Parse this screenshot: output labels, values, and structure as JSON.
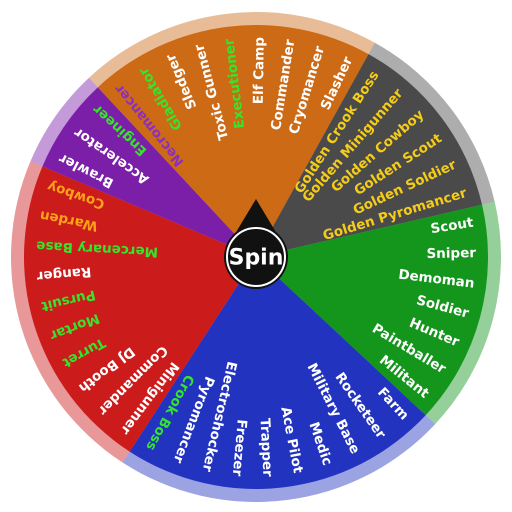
{
  "spin_button": {
    "label": "Spin"
  },
  "colors": {
    "orange": "#CC6A16",
    "darkgray": "#4A4A4A",
    "green": "#14951C",
    "blue": "#2233C0",
    "red": "#CC1B1B",
    "purple": "#7C1FA8",
    "hub": "#111111",
    "text_white": "#FFFFFF",
    "text_yellow": "#F5CC1A",
    "text_green": "#35E52B",
    "text_purple": "#8B2FC0",
    "text_orange": "#FFA21A"
  },
  "segments": [
    {
      "name": "orange",
      "color": "orange",
      "entries": [
        {
          "text": "Necromancer",
          "color": "text_purple"
        },
        {
          "text": "Gladiator",
          "color": "text_green"
        },
        {
          "text": "Sledger",
          "color": "text_white"
        },
        {
          "text": "Toxic Gunner",
          "color": "text_white"
        },
        {
          "text": "Executioner",
          "color": "text_green"
        },
        {
          "text": "Elf Camp",
          "color": "text_white"
        },
        {
          "text": "Commander",
          "color": "text_white"
        },
        {
          "text": "Cryomancer",
          "color": "text_white"
        },
        {
          "text": "Slasher",
          "color": "text_white"
        }
      ]
    },
    {
      "name": "darkgray",
      "color": "darkgray",
      "entries": [
        {
          "text": "Golden Crook Boss",
          "color": "text_yellow"
        },
        {
          "text": "Golden Minigunner",
          "color": "text_yellow"
        },
        {
          "text": "Golden Cowboy",
          "color": "text_yellow"
        },
        {
          "text": "Golden Scout",
          "color": "text_yellow"
        },
        {
          "text": "Golden Soldier",
          "color": "text_yellow"
        },
        {
          "text": "Golden Pyromancer",
          "color": "text_yellow"
        }
      ]
    },
    {
      "name": "green",
      "color": "green",
      "entries": [
        {
          "text": "Scout",
          "color": "text_white"
        },
        {
          "text": "Sniper",
          "color": "text_white"
        },
        {
          "text": "Demoman",
          "color": "text_white"
        },
        {
          "text": "Soldier",
          "color": "text_white"
        },
        {
          "text": "Hunter",
          "color": "text_white"
        },
        {
          "text": "Paintballer",
          "color": "text_white"
        },
        {
          "text": "Militant",
          "color": "text_white"
        }
      ]
    },
    {
      "name": "blue",
      "color": "blue",
      "entries": [
        {
          "text": "Farm",
          "color": "text_white"
        },
        {
          "text": "Rocketeer",
          "color": "text_white"
        },
        {
          "text": "Military Base",
          "color": "text_white"
        },
        {
          "text": "Medic",
          "color": "text_white"
        },
        {
          "text": "Ace Pilot",
          "color": "text_white"
        },
        {
          "text": "Trapper",
          "color": "text_white"
        },
        {
          "text": "Freezer",
          "color": "text_white"
        },
        {
          "text": "Electroshocker",
          "color": "text_white"
        },
        {
          "text": "Pyromancer",
          "color": "text_white"
        },
        {
          "text": "Crook Boss",
          "color": "text_green"
        }
      ]
    },
    {
      "name": "red",
      "color": "red",
      "entries": [
        {
          "text": "Minigunner",
          "color": "text_white"
        },
        {
          "text": "Commander",
          "color": "text_white"
        },
        {
          "text": "DJ Booth",
          "color": "text_white"
        },
        {
          "text": "Turret",
          "color": "text_green"
        },
        {
          "text": "Mortar",
          "color": "text_green"
        },
        {
          "text": "Pursuit",
          "color": "text_green"
        },
        {
          "text": "Ranger",
          "color": "text_white"
        },
        {
          "text": "Mercenary Base",
          "color": "text_green"
        },
        {
          "text": "Warden",
          "color": "text_orange"
        },
        {
          "text": "Cowboy",
          "color": "text_orange"
        }
      ]
    },
    {
      "name": "purple",
      "color": "purple",
      "entries": [
        {
          "text": "Brawler",
          "color": "text_white"
        },
        {
          "text": "Accelerator",
          "color": "text_white"
        },
        {
          "text": "Engineer",
          "color": "text_green"
        }
      ]
    }
  ]
}
